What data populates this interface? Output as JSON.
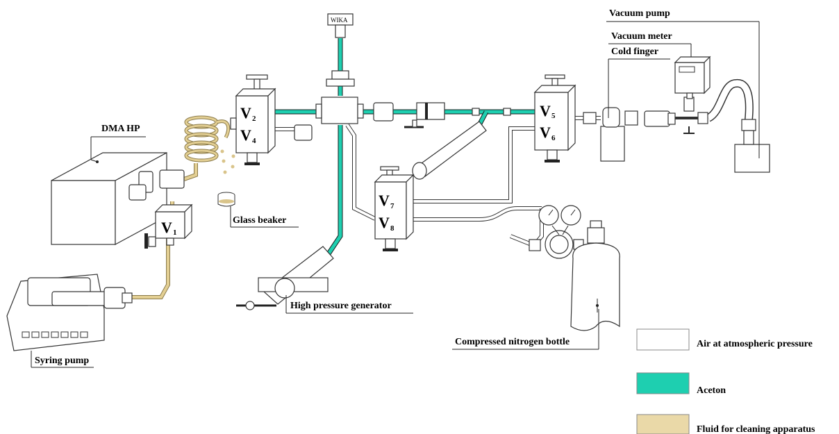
{
  "labels": {
    "vacuum_pump": "Vacuum pump",
    "vacuum_meter": "Vacuum meter",
    "cold_finger": "Cold finger",
    "dma_hp": "DMA HP",
    "glass_beaker": "Glass beaker",
    "high_pressure_generator": "High pressure generator",
    "compressed_nitrogen_bottle": "Compressed nitrogen bottle",
    "syring_pump": "Syring pump",
    "gauge_brand": "WIKA"
  },
  "valves": {
    "v1": "V",
    "v1_sub": "1",
    "v2": "V",
    "v2_sub": "2",
    "v4": "V",
    "v4_sub": "4",
    "v5": "V",
    "v5_sub": "5",
    "v6": "V",
    "v6_sub": "6",
    "v7": "V",
    "v7_sub": "7",
    "v8": "V",
    "v8_sub": "8"
  },
  "legend": [
    {
      "label": "Air at atmospheric pressure",
      "color": "#ffffff"
    },
    {
      "label": "Aceton",
      "color": "#1ecfb0"
    },
    {
      "label": "Fluid for cleaning apparatus",
      "color": "#ead9a8"
    }
  ],
  "colors": {
    "aceton": "#1ecfb0",
    "cleaning_fluid": "#d9c48a",
    "air_line": "#ffffff"
  }
}
